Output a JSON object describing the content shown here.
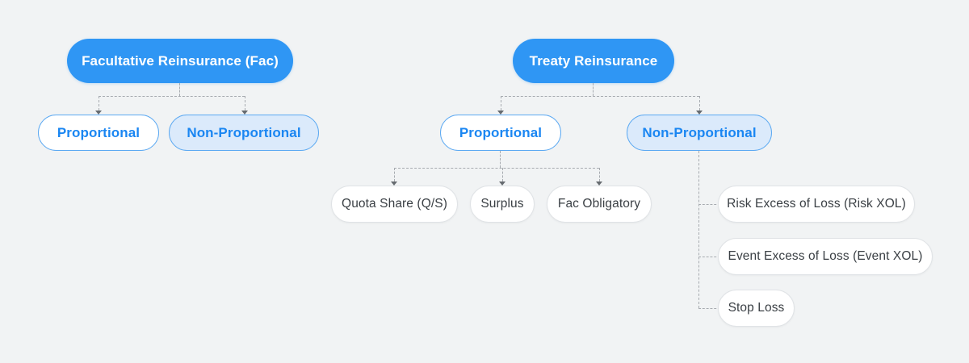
{
  "colors": {
    "background": "#F1F3F4",
    "node_primary_fill": "#2F96F4",
    "node_primary_text": "#FFFFFF",
    "node_blue_border": "#5CA9F2",
    "node_blue_text": "#1A86F2",
    "node_light_blue_fill": "#DBEAFB",
    "node_neutral_border": "#E0E3E6",
    "node_neutral_text": "#3B4045",
    "connector": "#A7ABB0",
    "arrowhead": "#666B70"
  },
  "fac_tree": {
    "root": "Facultative Reinsurance (Fac)",
    "children": [
      {
        "label": "Proportional"
      },
      {
        "label": "Non-Proportional"
      }
    ]
  },
  "treaty_tree": {
    "root": "Treaty Reinsurance",
    "children": [
      {
        "label": "Proportional",
        "children": [
          {
            "label": "Quota Share (Q/S)"
          },
          {
            "label": "Surplus"
          },
          {
            "label": "Fac Obligatory"
          }
        ]
      },
      {
        "label": "Non-Proportional",
        "children": [
          {
            "label": "Risk Excess of Loss (Risk XOL)"
          },
          {
            "label": "Event Excess of Loss (Event XOL)"
          },
          {
            "label": "Stop Loss"
          }
        ]
      }
    ]
  }
}
